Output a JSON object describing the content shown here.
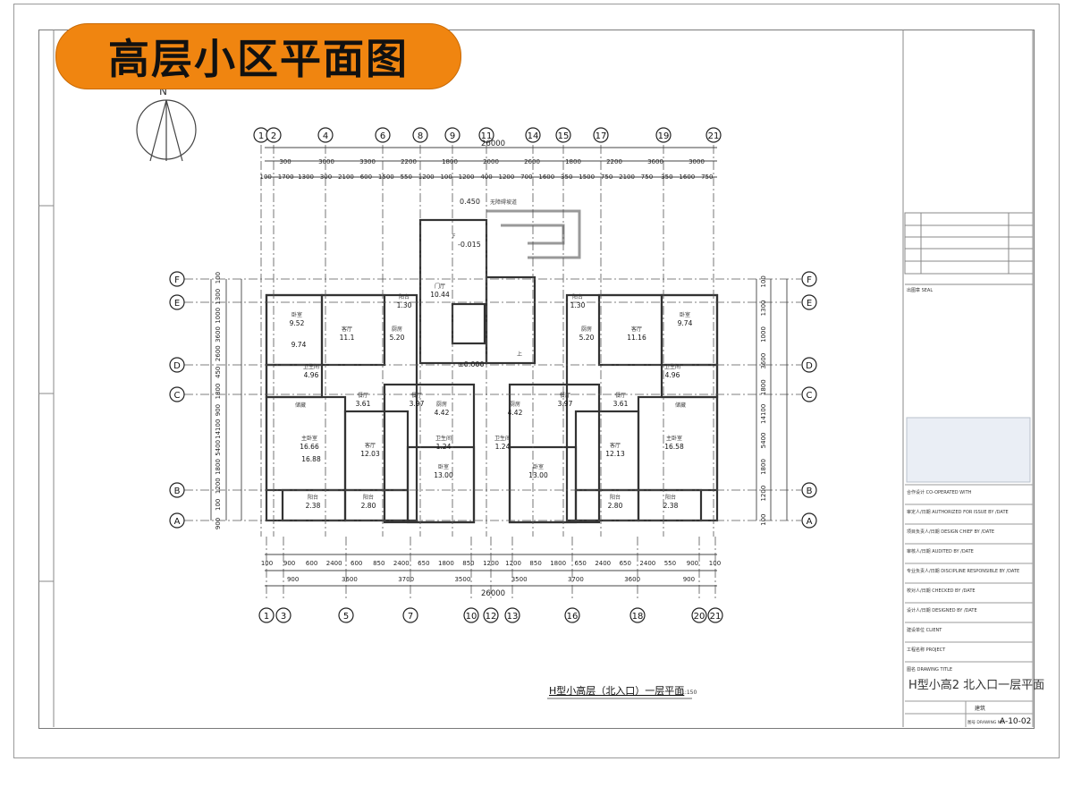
{
  "banner": {
    "title": "高层小区平面图"
  },
  "drawing": {
    "caption": "H型小高层（北入口）一层平面",
    "scale": "1:150",
    "north_label": "N",
    "overall_dim_top": "26000",
    "overall_dim_bottom": "26000",
    "axis_top": [
      "1",
      "2",
      "4",
      "6",
      "8",
      "9",
      "11",
      "14",
      "15",
      "17",
      "19",
      "21"
    ],
    "axis_bottom": [
      "1",
      "3",
      "5",
      "7",
      "10",
      "12",
      "13",
      "16",
      "18",
      "20",
      "21"
    ],
    "axis_rows": [
      "F",
      "E",
      "D",
      "C",
      "B",
      "A"
    ],
    "dims_top_row1": [
      "300",
      "3000",
      "3300",
      "2200",
      "1800",
      "2000",
      "2600",
      "1800",
      "2200",
      "3600",
      "3000"
    ],
    "dims_top_row2": [
      "100",
      "1700",
      "1300",
      "300",
      "2100",
      "600",
      "1500",
      "550",
      "1200",
      "100",
      "1200",
      "400",
      "1200",
      "700",
      "1600",
      "350",
      "1500",
      "750",
      "2100",
      "750",
      "350",
      "1600",
      "750"
    ],
    "dims_bottom_row1": [
      "100",
      "900",
      "600",
      "2400",
      "600",
      "850",
      "2400",
      "650",
      "1800",
      "850",
      "1200",
      "1200",
      "850",
      "1800",
      "650",
      "2400",
      "650",
      "2400",
      "550",
      "900",
      "100"
    ],
    "dims_bottom_row2": [
      "900",
      "3600",
      "3700",
      "3500",
      "3500",
      "3700",
      "3600",
      "900"
    ],
    "dims_left": [
      "100",
      "1300",
      "1000",
      "3600",
      "2600",
      "450",
      "1800",
      "900",
      "14100",
      "5400",
      "1800",
      "1200",
      "100",
      "900"
    ],
    "dims_right": [
      "100",
      "1300",
      "1000",
      "3600",
      "1800",
      "14100",
      "5400",
      "1800",
      "1200",
      "100"
    ],
    "rooms": [
      {
        "name": "卧室",
        "area": "9.52"
      },
      {
        "name": "",
        "area": "9.74"
      },
      {
        "name": "客厅",
        "area": "11.1"
      },
      {
        "name": "厨房",
        "area": "5.20"
      },
      {
        "name": "阳台",
        "area": "1.30"
      },
      {
        "name": "门厅",
        "area": "10.44"
      },
      {
        "name": "卫生间",
        "area": "4.96"
      },
      {
        "name": "餐厅",
        "area": "3.61"
      },
      {
        "name": "餐厅",
        "area": "3.97"
      },
      {
        "name": "厨房",
        "area": "4.42"
      },
      {
        "name": "卫生间",
        "area": "1.24"
      },
      {
        "name": "主卧室",
        "area": "16.66"
      },
      {
        "name": "",
        "area": "16.88"
      },
      {
        "name": "客厅",
        "area": "12.03"
      },
      {
        "name": "卧室",
        "area": "13.00"
      },
      {
        "name": "阳台",
        "area": "2.38"
      },
      {
        "name": "阳台",
        "area": "2.80"
      },
      {
        "name": "厨房",
        "area": "4.42"
      },
      {
        "name": "卫生间",
        "area": "1.24"
      },
      {
        "name": "餐厅",
        "area": "3.97"
      },
      {
        "name": "餐厅",
        "area": "3.61"
      },
      {
        "name": "卫生间",
        "area": "4.96"
      },
      {
        "name": "主卧室",
        "area": "16.58"
      },
      {
        "name": "客厅",
        "area": "12.13"
      },
      {
        "name": "卧室",
        "area": "13.00"
      },
      {
        "name": "阳台",
        "area": "2.80"
      },
      {
        "name": "阳台",
        "area": "2.38"
      },
      {
        "name": "厨房",
        "area": "5.20"
      },
      {
        "name": "客厅",
        "area": "11.16"
      },
      {
        "name": "卧室",
        "area": "9.74"
      },
      {
        "name": "阳台",
        "area": "1.30"
      }
    ],
    "levels": [
      "0.450",
      "-0.015",
      "±0.000"
    ],
    "misc_labels": [
      "无障碍坡道",
      "储藏",
      "储藏",
      "上",
      "F"
    ]
  },
  "title_block": {
    "rows": [
      "合作设计 CO-OPERATED WITH",
      "审定人/日期 AUTHORIZED FOR ISSUE BY /DATE",
      "项目负责人/日期 DESIGN CHIEF BY /DATE",
      "审核人/日期 AUDITED BY /DATE",
      "专业负责人/日期 DISCIPLINE RESPONSIBLE BY /DATE",
      "校对人/日期 CHECKED BY /DATE",
      "设计人/日期 DESIGNED BY /DATE",
      "建设单位 CLIENT",
      "工程名称 PROJECT",
      "图名 DRAWING TITLE"
    ],
    "drawing_title_handwritten": "H型小高2  北入口一层平面",
    "discipline": "建筑",
    "drawing_no_label": "图号 DRAWING NO.",
    "drawing_no": "A-10-02",
    "seal_label": "出图章 SEAL"
  }
}
